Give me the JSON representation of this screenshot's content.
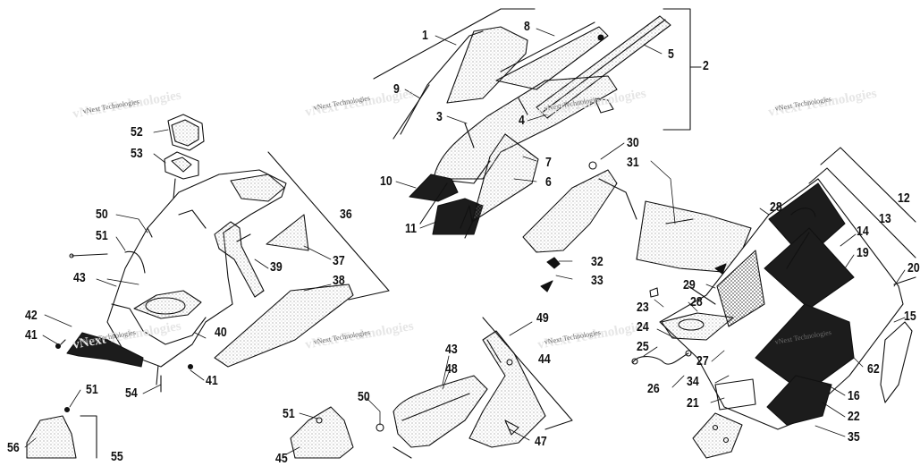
{
  "watermark": {
    "text": "vNext Technologies"
  },
  "colors": {
    "line": "#111111",
    "dark_fill": "#1c1c1c",
    "stipple": "#9a9a9a",
    "background": "#ffffff"
  },
  "callouts": {
    "c1": "1",
    "c2": "2",
    "c3": "3",
    "c4": "4",
    "c5": "5",
    "c6": "6",
    "c7": "7",
    "c8": "8",
    "c9": "9",
    "c10": "10",
    "c11": "11",
    "c12": "12",
    "c13": "13",
    "c14": "14",
    "c15": "15",
    "c16": "16",
    "c19": "19",
    "c20": "20",
    "c21": "21",
    "c22": "22",
    "c23": "23",
    "c24": "24",
    "c25": "25",
    "c26": "26",
    "c27": "27",
    "c28": "28",
    "c29": "29",
    "c30": "30",
    "c31": "31",
    "c32": "32",
    "c33": "33",
    "c34": "34",
    "c35": "35",
    "c36": "36",
    "c37": "37",
    "c38": "38",
    "c39": "39",
    "c40": "40",
    "c41": "41",
    "c42": "42",
    "c43": "43",
    "c44": "44",
    "c45": "45",
    "c47": "47",
    "c48": "48",
    "c49": "49",
    "c50": "50",
    "c51": "51",
    "c52": "52",
    "c53": "53",
    "c54": "54",
    "c55": "55",
    "c56": "56",
    "c62": "62"
  }
}
